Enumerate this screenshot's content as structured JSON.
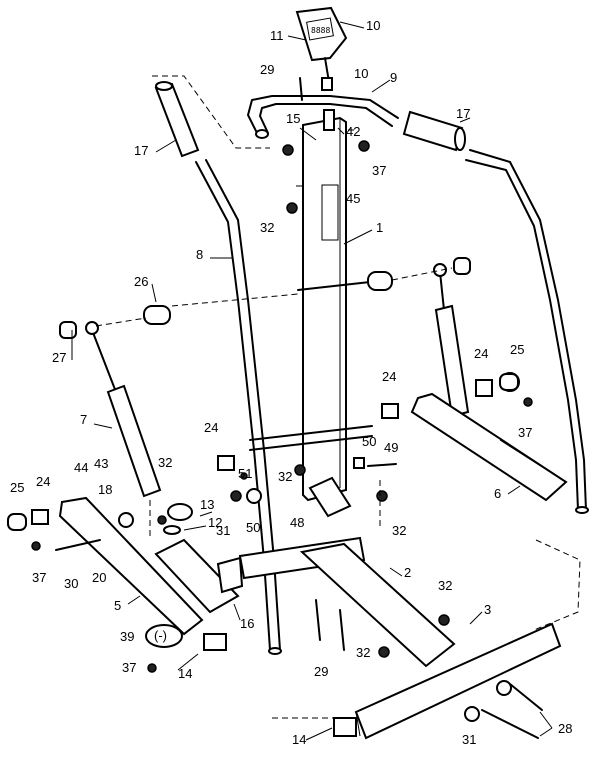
{
  "console_display": "8888",
  "callouts": [
    "1",
    "2",
    "3",
    "5",
    "6",
    "7",
    "8",
    "9",
    "10",
    "10",
    "11",
    "12",
    "13",
    "14",
    "14",
    "15",
    "16",
    "17",
    "17",
    "18",
    "20",
    "24",
    "24",
    "24",
    "24",
    "25",
    "25",
    "26",
    "27",
    "28",
    "29",
    "29",
    "30",
    "31",
    "31",
    "32",
    "32",
    "32",
    "32",
    "32",
    "32",
    "37",
    "37",
    "37",
    "37",
    "39",
    "42",
    "43",
    "44",
    "45",
    "48",
    "49",
    "50",
    "50",
    "51"
  ],
  "washer_label": "(-)"
}
